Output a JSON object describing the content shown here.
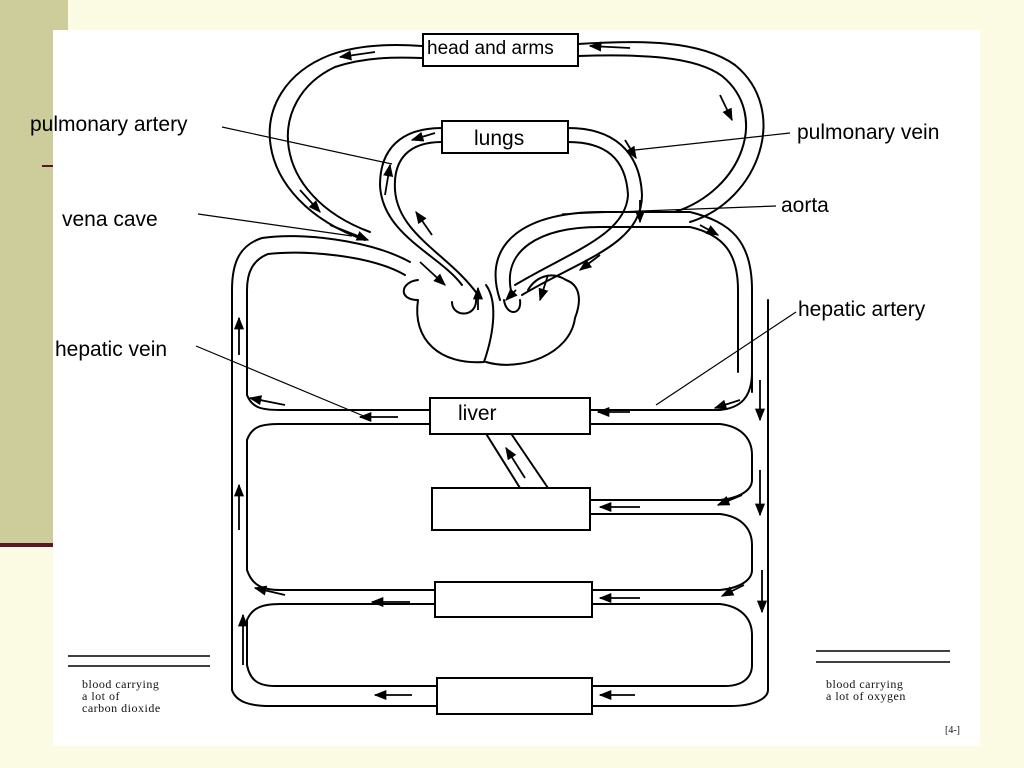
{
  "labels": {
    "head_and_arms": "head and arms",
    "lungs": "lungs",
    "liver": "liver",
    "pulmonary_artery": "pulmonary artery",
    "pulmonary_vein": "pulmonary vein",
    "vena_cave": "vena cave",
    "aorta": "aorta",
    "hepatic_artery": "hepatic artery",
    "hepatic_vein": "hepatic vein"
  },
  "legend": {
    "left": "blood carrying\na lot of\ncarbon dioxide",
    "right": "blood carrying\na lot of oxygen"
  },
  "corner_mark": "[4-]",
  "colors": {
    "background": "#fbfbe3",
    "sidebar": "#cdcd9b",
    "accent_rule": "#5a1528"
  }
}
